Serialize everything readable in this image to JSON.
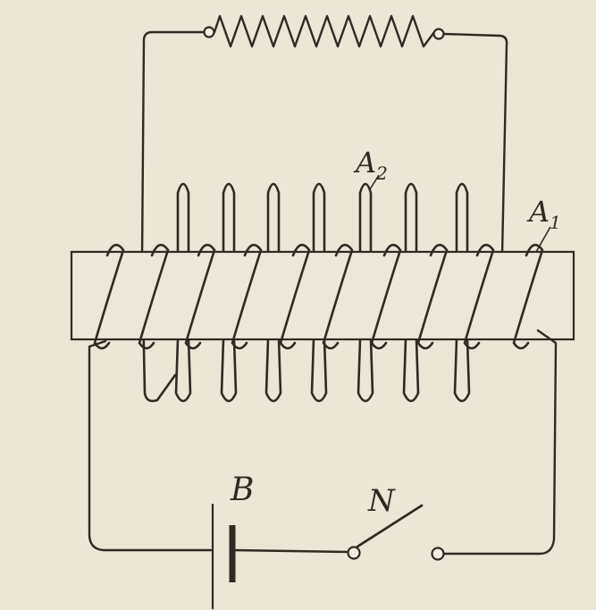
{
  "labels": {
    "secondary_coil": "A",
    "secondary_sub": "2",
    "primary_coil": "A",
    "primary_sub": "1",
    "battery": "B",
    "switch": "N"
  },
  "colors": {
    "paper": "#ebe6d6",
    "ink": "#2e2a24"
  }
}
